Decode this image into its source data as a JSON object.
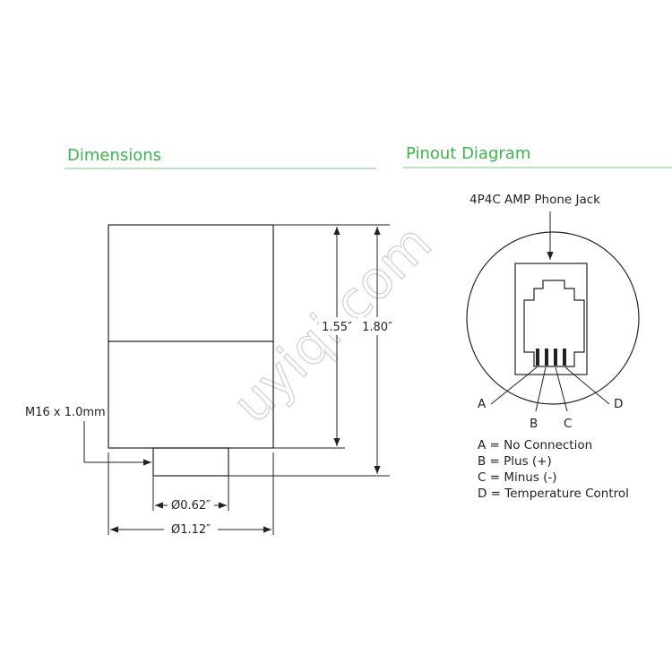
{
  "colors": {
    "heading": "#3cb44b",
    "rule": "#7ccc7c",
    "line": "#222222",
    "watermark": "#d0d0d0"
  },
  "dimensions": {
    "title": "Dimensions",
    "labels": {
      "height_body": "1.55″",
      "height_total": "1.80″",
      "thread": "M16 x 1.0mm",
      "stem_diameter": "Ø0.62″",
      "body_diameter": "Ø1.12″"
    }
  },
  "pinout": {
    "title": "Pinout Diagram",
    "jack_label": "4P4C AMP Phone Jack",
    "pins": [
      {
        "letter": "A",
        "description": "A = No Connection"
      },
      {
        "letter": "B",
        "description": "B = Plus (+)"
      },
      {
        "letter": "C",
        "description": "C = Minus (-)"
      },
      {
        "letter": "D",
        "description": "D = Temperature Control"
      }
    ]
  },
  "watermark": {
    "text": "uyiqi.com"
  }
}
